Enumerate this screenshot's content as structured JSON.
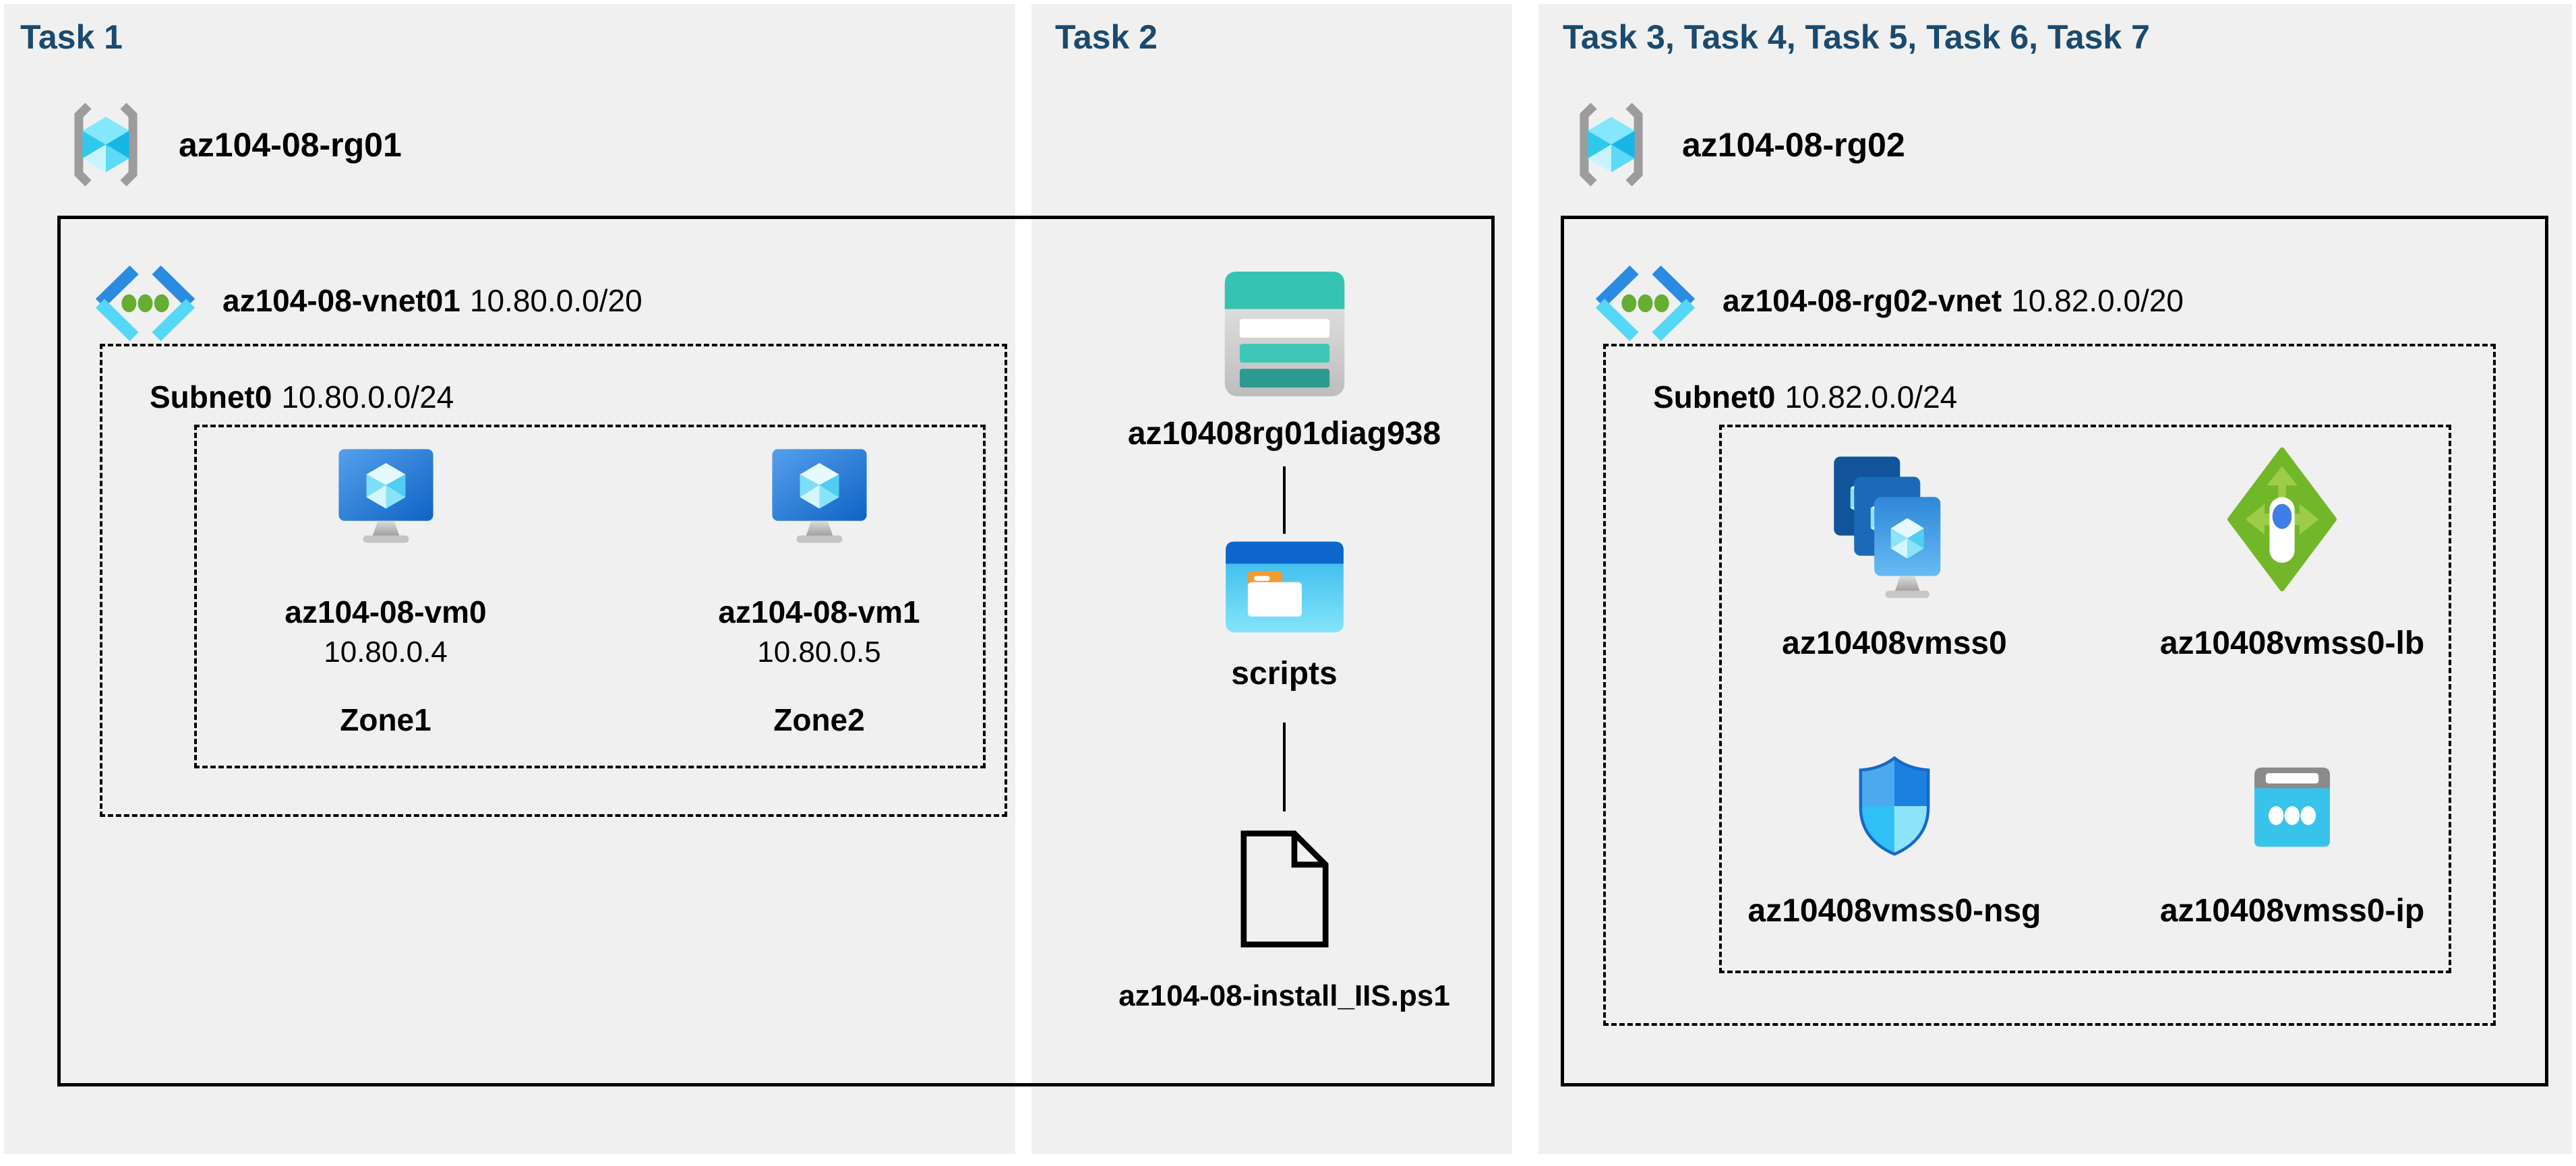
{
  "task1": {
    "title": "Task 1",
    "resource_group": "az104-08-rg01",
    "vnet_name": "az104-08-vnet01",
    "vnet_cidr": "10.80.0.0/20",
    "subnet_name": "Subnet0",
    "subnet_cidr": "10.80.0.0/24",
    "vm0": {
      "name": "az104-08-vm0",
      "ip": "10.80.0.4",
      "zone": "Zone1"
    },
    "vm1": {
      "name": "az104-08-vm1",
      "ip": "10.80.0.5",
      "zone": "Zone2"
    }
  },
  "task2": {
    "title": "Task 2",
    "storage_account": "az10408rg01diag938",
    "container": "scripts",
    "script_file": "az104-08-install_IIS.ps1"
  },
  "task37": {
    "title": "Task 3, Task 4, Task 5, Task 6, Task 7",
    "resource_group": "az104-08-rg02",
    "vnet_name": "az104-08-rg02-vnet",
    "vnet_cidr": "10.82.0.0/20",
    "subnet_name": "Subnet0",
    "subnet_cidr": "10.82.0.0/24",
    "vmss": "az10408vmss0",
    "load_balancer": "az10408vmss0-lb",
    "nsg": "az10408vmss0-nsg",
    "public_ip": "az10408vmss0-ip"
  },
  "icons": {
    "resource_group": "resource-group-icon",
    "virtual_network": "virtual-network-icon",
    "virtual_machine": "virtual-machine-icon",
    "storage_account": "storage-account-icon",
    "blob_container": "blob-container-icon",
    "powershell_file": "script-file-icon",
    "vm_scale_set": "vmss-icon",
    "load_balancer": "load-balancer-icon",
    "network_security_group": "nsg-icon",
    "public_ip": "public-ip-icon"
  },
  "colors": {
    "page_bg": "#ffffff",
    "panel_bg": "#f0f0f0",
    "title_blue": "#1a4a6e",
    "line_black": "#000000",
    "storage_teal": "#35c3b2",
    "folder_orange": "#f39b2c",
    "azure_blue": "#2b8be2",
    "light_cyan": "#55d8f7",
    "vnet_dot_green": "#66ad33",
    "lb_green": "#72b62a",
    "shield_blue": "#1b80e0",
    "public_ip_cyan": "#38c4ea"
  }
}
